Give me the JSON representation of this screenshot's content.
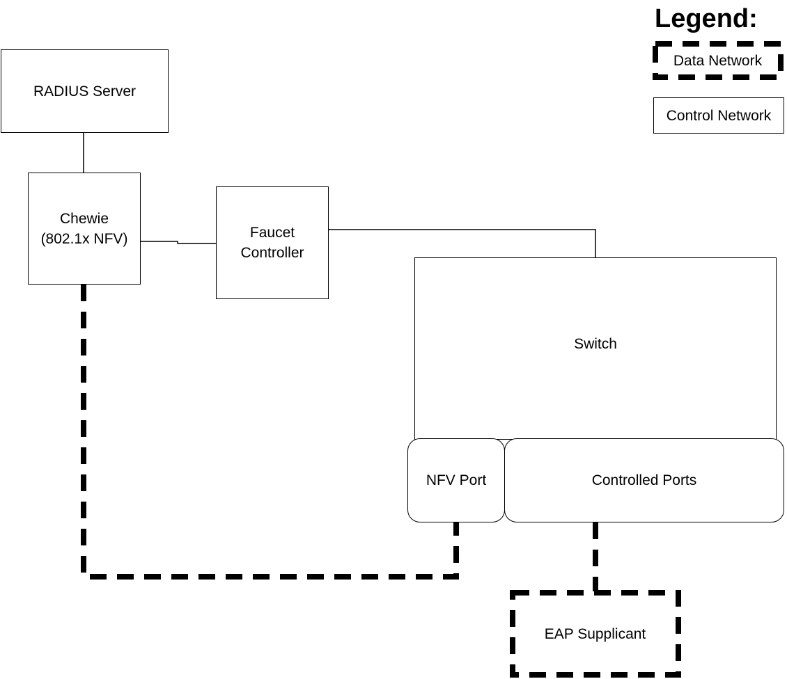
{
  "nodes": {
    "radius_server": "RADIUS Server",
    "chewie": [
      "Chewie",
      "(802.1x NFV)"
    ],
    "faucet": [
      "Faucet",
      "Controller"
    ],
    "switch": "Switch",
    "nfv_port": "NFV Port",
    "controlled_ports": "Controlled Ports",
    "eap_supplicant": "EAP Supplicant"
  },
  "legend": {
    "title": "Legend:",
    "data_network": "Data Network",
    "control_network": "Control Network"
  },
  "line_styles": {
    "data_network": "thick dashed",
    "control_network": "thin solid"
  },
  "colors": {
    "lines": "#000000",
    "background": "#ffffff"
  },
  "links": [
    {
      "from": "RADIUS Server",
      "to": "Chewie (802.1x NFV)",
      "network": "control"
    },
    {
      "from": "Chewie (802.1x NFV)",
      "to": "Faucet Controller",
      "network": "control"
    },
    {
      "from": "Faucet Controller",
      "to": "Switch",
      "network": "control"
    },
    {
      "from": "Chewie (802.1x NFV)",
      "to": "NFV Port",
      "network": "data"
    },
    {
      "from": "Controlled Ports",
      "to": "EAP Supplicant",
      "network": "data"
    }
  ]
}
